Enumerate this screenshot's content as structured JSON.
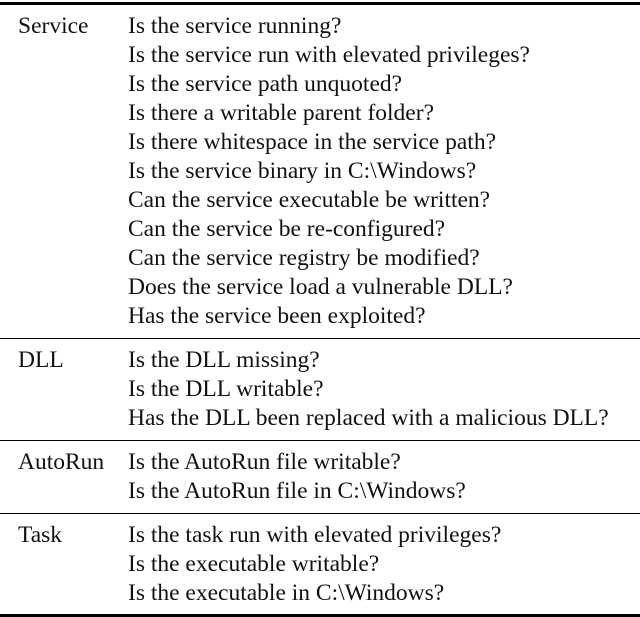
{
  "table": {
    "colors": {
      "text": "#111111",
      "rule": "#000000",
      "background": "#ffffff"
    },
    "sections": [
      {
        "category": "Service",
        "questions": [
          "Is the service running?",
          "Is the service run with elevated privileges?",
          "Is the service path unquoted?",
          "Is there a writable parent folder?",
          "Is there whitespace in the service path?",
          "Is the service binary in C:\\Windows?",
          "Can the service executable be written?",
          "Can the service be re-configured?",
          "Can the service registry be modified?",
          "Does the service load a vulnerable DLL?",
          "Has the service been exploited?"
        ]
      },
      {
        "category": "DLL",
        "questions": [
          "Is the DLL missing?",
          "Is the DLL writable?",
          "Has the DLL been replaced with a malicious DLL?"
        ]
      },
      {
        "category": "AutoRun",
        "questions": [
          "Is the AutoRun file writable?",
          "Is the AutoRun file in C:\\Windows?"
        ]
      },
      {
        "category": "Task",
        "questions": [
          "Is the task run with elevated privileges?",
          "Is the executable writable?",
          "Is the executable in C:\\Windows?"
        ]
      }
    ]
  }
}
